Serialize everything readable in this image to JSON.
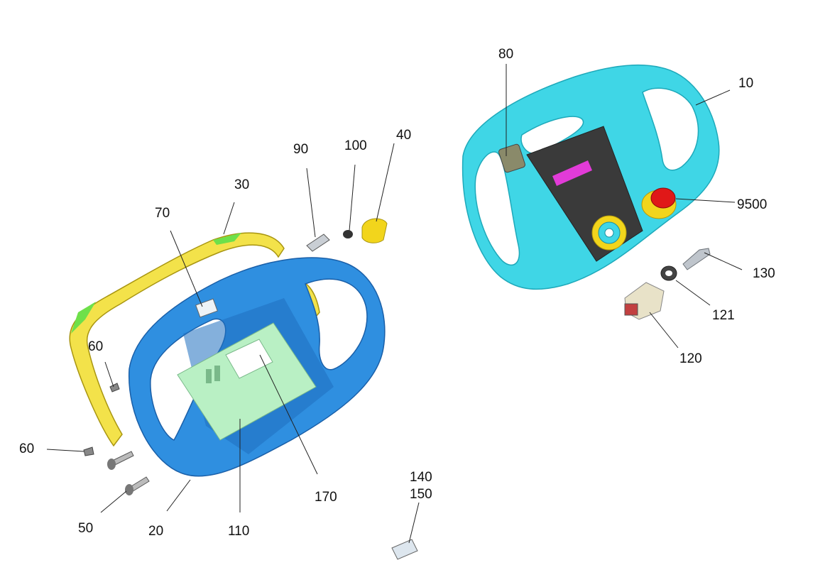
{
  "diagram": {
    "callouts": {
      "c80": "80",
      "c10": "10",
      "c9500": "9500",
      "c130": "130",
      "c121": "121",
      "c120": "120",
      "c90": "90",
      "c100": "100",
      "c40": "40",
      "c30": "30",
      "c70": "70",
      "c60a": "60",
      "c60b": "60",
      "c50": "50",
      "c20": "20",
      "c110": "110",
      "c170": "170",
      "c140": "140",
      "c150": "150"
    },
    "colors": {
      "handle_cover": "#3fd6e6",
      "handle_base": "#2f8fe0",
      "frame_rail": "#f3e24a",
      "rail_accent": "#6ee04a",
      "circuit_board": "#b9f0c4",
      "panel": "#3a3a3a",
      "display": "#e23bd8",
      "emergency_stop": "#e01818",
      "stop_collar": "#f2d51c"
    }
  }
}
